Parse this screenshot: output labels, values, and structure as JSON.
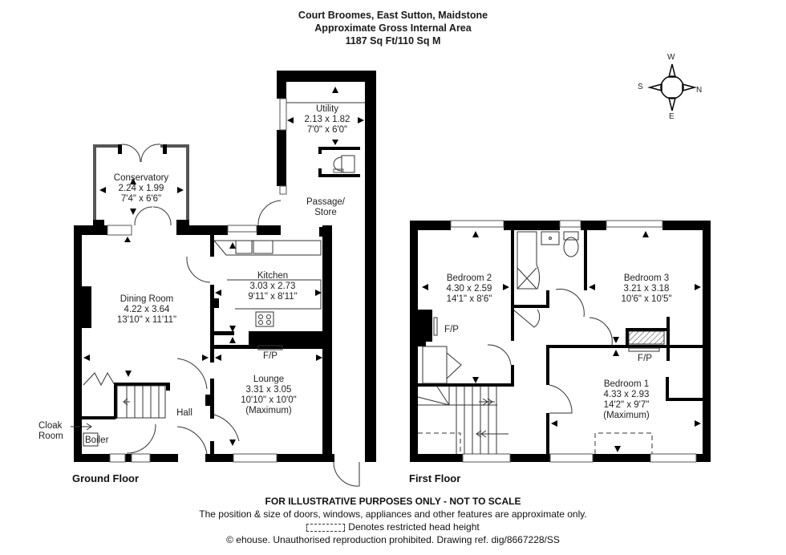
{
  "header": {
    "address": "Court Broomes, East Sutton, Maidstone",
    "area_title": "Approximate Gross Internal Area",
    "area_value": "1187 Sq Ft/110 Sq M"
  },
  "compass": {
    "north": "N",
    "south": "S",
    "east": "E",
    "west": "W"
  },
  "floors": {
    "ground": {
      "label": "Ground Floor",
      "rooms": {
        "conservatory": {
          "name": "Conservatory",
          "metric": "2.24 x 1.99",
          "imperial": "7'4\" x 6'6\""
        },
        "utility": {
          "name": "Utility",
          "metric": "2.13 x 1.82",
          "imperial": "7'0\" x 6'0\""
        },
        "passage": {
          "name": "Passage/",
          "name2": "Store"
        },
        "kitchen": {
          "name": "Kitchen",
          "metric": "3.03 x 2.73",
          "imperial": "9'11\" x 8'11\""
        },
        "dining": {
          "name": "Dining Room",
          "metric": "4.22 x 3.64",
          "imperial": "13'10\" x 11'11\""
        },
        "lounge": {
          "name": "Lounge",
          "metric": "3.31 x 3.05",
          "imperial": "10'10\" x 10'0\"",
          "note": "(Maximum)",
          "fp": "F/P"
        },
        "hall": {
          "name": "Hall"
        },
        "cloak": {
          "name": "Cloak",
          "name2": "Room"
        },
        "boiler": {
          "name": "Boiler"
        }
      }
    },
    "first": {
      "label": "First Floor",
      "rooms": {
        "bedroom2": {
          "name": "Bedroom 2",
          "metric": "4.30 x 2.59",
          "imperial": "14'1\" x 8'6\"",
          "fp": "F/P"
        },
        "bedroom3": {
          "name": "Bedroom 3",
          "metric": "3.21 x 3.18",
          "imperial": "10'6\" x 10'5\"",
          "fp": "F/P"
        },
        "bedroom1": {
          "name": "Bedroom 1",
          "metric": "4.33 x 2.93",
          "imperial": "14'2\" x 9'7\"",
          "note": "(Maximum)"
        }
      }
    }
  },
  "footer": {
    "disclaimer": "FOR ILLUSTRATIVE PURPOSES ONLY - NOT TO SCALE",
    "note": "The position & size of doors, windows, appliances and other features are approximate only.",
    "legend": "Denotes restricted head height",
    "copyright": "© ehouse. Unauthorised reproduction prohibited. Drawing ref. dig/8667228/SS"
  }
}
